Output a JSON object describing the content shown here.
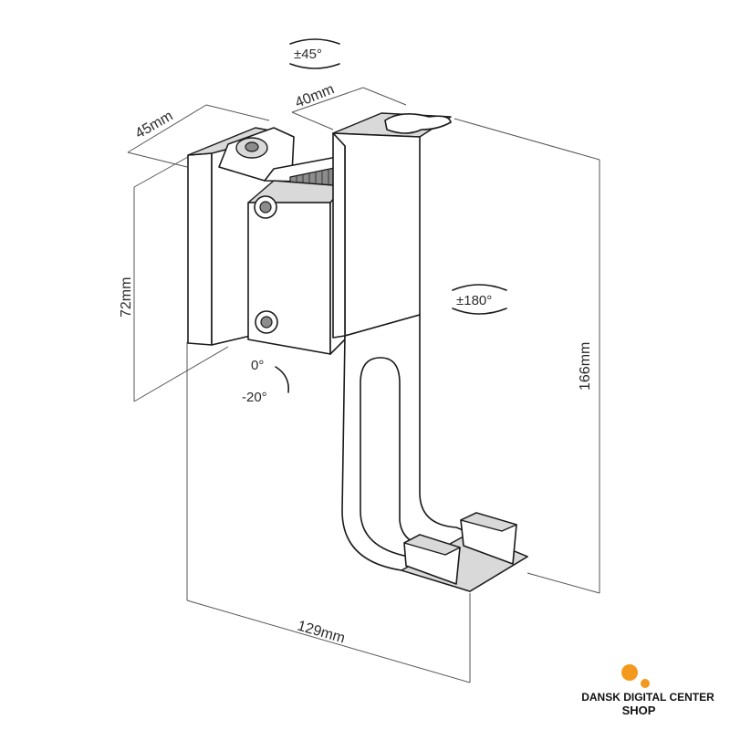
{
  "dimensions": {
    "depth_top": "45mm",
    "width_top": "40mm",
    "height_left": "72mm",
    "height_right": "166mm",
    "bottom_length": "129mm"
  },
  "angles": {
    "swivel_top": "±45°",
    "rotate": "±180°",
    "tilt_top": "0°",
    "tilt_bottom": "-20°"
  },
  "brand": {
    "line1": "DANSK DIGITAL CENTER",
    "line2": "SHOP",
    "accent_color": "#f39a1e"
  }
}
